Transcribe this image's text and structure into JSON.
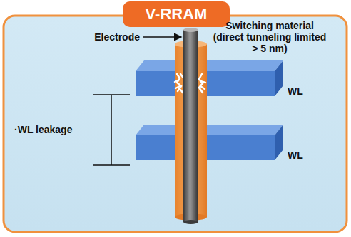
{
  "diagram": {
    "title": "V-RRAM",
    "labels": [
      "Electrode",
      "Switching material (direct tunneling limited > 5 nm)",
      "WL",
      "WL",
      "·WL leakage"
    ]
  }
}
